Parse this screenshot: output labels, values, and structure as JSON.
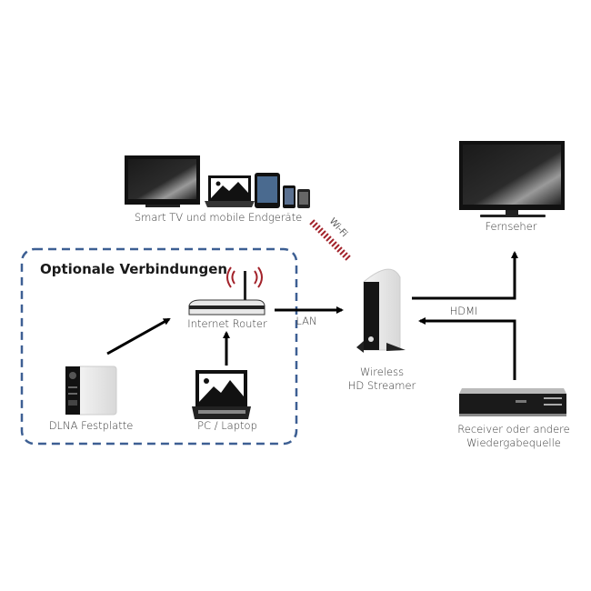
{
  "diagram": {
    "group_title": "Optionale Verbindungen",
    "nodes": {
      "smart_tv_mobile": {
        "label": "Smart TV und mobile Endgeräte",
        "icon": "tv-laptop-tablet-phones-icon"
      },
      "tv": {
        "label": "Fernseher",
        "icon": "television-icon"
      },
      "router": {
        "label": "Internet Router",
        "icon": "wifi-router-icon"
      },
      "streamer": {
        "label_line1": "Wireless",
        "label_line2": "HD Streamer",
        "icon": "streamer-device-icon"
      },
      "nas": {
        "label": "DLNA Festplatte",
        "icon": "hard-drive-icon"
      },
      "pc": {
        "label": "PC / Laptop",
        "icon": "laptop-icon"
      },
      "receiver": {
        "label_line1": "Receiver oder andere",
        "label_line2": "Wiedergabequelle",
        "icon": "receiver-box-icon"
      }
    },
    "connections": [
      {
        "from": "DLNA Festplatte",
        "to": "Internet Router",
        "label": ""
      },
      {
        "from": "PC / Laptop",
        "to": "Internet Router",
        "label": ""
      },
      {
        "from": "Internet Router",
        "to": "Wireless HD Streamer",
        "label": "LAN"
      },
      {
        "from": "Wireless HD Streamer",
        "to": "Fernseher",
        "label": "HDMI"
      },
      {
        "from": "Receiver oder andere Wiedergabequelle",
        "to": "Wireless HD Streamer",
        "label": "HDMI"
      },
      {
        "from": "Wireless HD Streamer",
        "to": "Smart TV und mobile Endgeräte",
        "label": "Wi-Fi"
      }
    ],
    "labels": {
      "lan": "LAN",
      "hdmi": "HDMI",
      "wifi": "Wi-Fi"
    },
    "colors": {
      "dashed_border": "#3d5f93",
      "wifi_signal": "#a3232b",
      "arrow": "#000000"
    }
  }
}
